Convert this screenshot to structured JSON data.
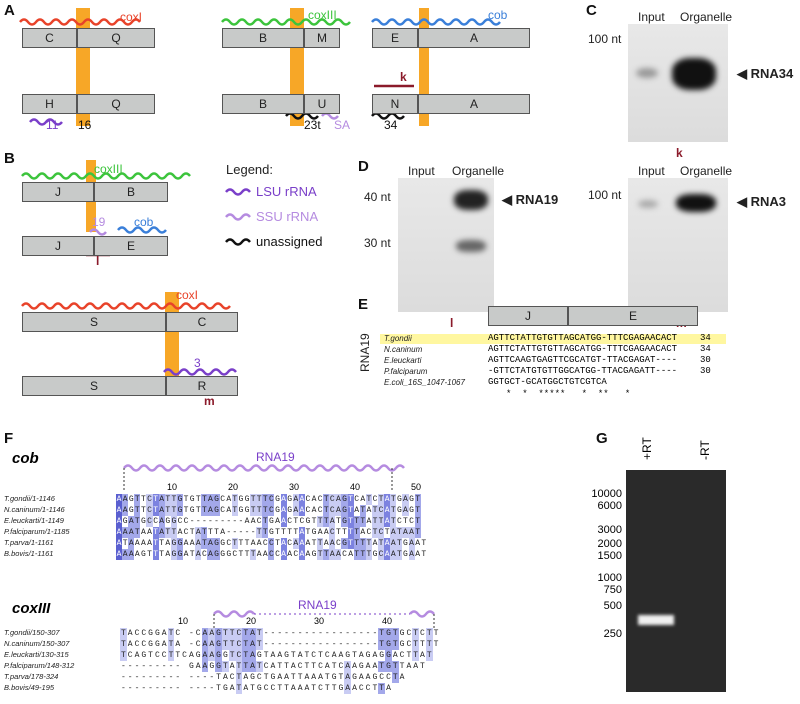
{
  "panels": {
    "A": "A",
    "B": "B",
    "C": "C",
    "D": "D",
    "E": "E",
    "F": "F",
    "G": "G"
  },
  "panelA": {
    "gene1": "coxI",
    "gene2": "coxIII",
    "gene3": "cob",
    "row1a": [
      "C",
      "Q"
    ],
    "row1b": [
      "B",
      "M"
    ],
    "row1c": [
      "E",
      "A"
    ],
    "row2a": [
      "H",
      "Q"
    ],
    "row2b": [
      "B",
      "U"
    ],
    "row2c": [
      "N",
      "A"
    ],
    "labels": {
      "r11": "11",
      "r16": "16",
      "r23t": "23t",
      "rSA": "SA",
      "r34": "34",
      "k": "k"
    }
  },
  "panelB": {
    "gene1": "coxIII",
    "gene2": "cob",
    "gene3": "coxI",
    "segs": [
      "J",
      "B",
      "J",
      "E",
      "S",
      "C",
      "S",
      "R"
    ],
    "labels": {
      "r19": "19",
      "l": "l",
      "r3": "3",
      "m": "m"
    },
    "legend": {
      "title": "Legend:",
      "lsu": "LSU rRNA",
      "ssu": "SSU rRNA",
      "un": "unassigned"
    },
    "colors": {
      "lsu": "#7a3fc9",
      "ssu": "#b58be0",
      "un": "#111111",
      "coxI": "#e8432a",
      "coxIII": "#3cc43c",
      "cob": "#3a7fd9",
      "highlight": "#f7a21b"
    }
  },
  "panelC": {
    "input": "Input",
    "organelle": "Organelle",
    "marker": "100 nt",
    "band": "RNA34",
    "probe": "k"
  },
  "panelD": {
    "left": {
      "input": "Input",
      "organelle": "Organelle",
      "m1": "40 nt",
      "m2": "30 nt",
      "band": "RNA19",
      "probe": "l"
    },
    "right": {
      "input": "Input",
      "organelle": "Organelle",
      "m1": "100 nt",
      "band": "RNA3",
      "probe": "m"
    }
  },
  "panelE": {
    "segs": [
      "J",
      "E"
    ],
    "ylabel": "RNA19",
    "rows": [
      {
        "name": "T.gondii",
        "seq": "AGTTCTATTGTGTTAGCATGG-TTTCGAGAACACT",
        "n": "34"
      },
      {
        "name": "N.caninum",
        "seq": "AGTTCTATTGTGTTAGCATGG-TTTCGAGAACACT",
        "n": "34"
      },
      {
        "name": "E.leuckarti",
        "seq": "AGTTCAAGTGAGTTCGCATGT-TTACGAGAT----",
        "n": "30"
      },
      {
        "name": "P.falciparum",
        "seq": "-GTTCTATGTGTTGGCATGG-TTACGAGATT----",
        "n": "30"
      },
      {
        "name": "E.coli_16S_1047-1067",
        "seq": "GGTGCT-GCATGGCTGTCGTCA",
        "n": ""
      }
    ],
    "stars": "*  *  *****   *  **   *"
  },
  "panelF": {
    "cob": {
      "title": "cob",
      "rna": "RNA19",
      "ticks": [
        "10",
        "20",
        "30",
        "40",
        "50"
      ],
      "rows": [
        {
          "name": "T.gondii/1-1146",
          "seq": "AAGTTCTATTGTGTTAGCATGGTTTCGAGAACACTCAGTCATCTATGAGT"
        },
        {
          "name": "N.caninum/1-1146",
          "seq": "AAGTTCTATTGTGTTAGCATGGTTTCGAGAACACTCAGTATATCATGAGT"
        },
        {
          "name": "E.leuckarti/1-1149",
          "seq": "AGATGCCAGGCC---------AACTGAACTCGTTTATGTTTATTATCTCT"
        },
        {
          "name": "P.falciparum/1-1185",
          "seq": "AAATAATATTACTATTTA-----TTGTTTTATGAACTTTTACTCTATAAT"
        },
        {
          "name": "T.parva/1-1161",
          "seq": "ATAAAATTAGGAAATAGGCTTTAACCTACAAATTAACGTTTTATAATGAAT"
        },
        {
          "name": "B.bovis/1-1161",
          "seq": "AAAAGTTTAGGATACAGGGCTTTAACCAACAAGTTAACATTTGCAATGAAT"
        }
      ]
    },
    "coxiii": {
      "title": "coxIII",
      "rna": "RNA19",
      "ticks": [
        "10",
        "20",
        "30",
        "40"
      ],
      "rows": [
        {
          "name": "T.gondii/150-307",
          "seq": "TACCGGATC--CAAGTTCTAT-----------------TGTGCTCTT"
        },
        {
          "name": "N.caninum/150-307",
          "seq": "TACCGGATA--CAAGTTCTAT-----------------TGTGCTTTT"
        },
        {
          "name": "E.leuckarti/130-315",
          "seq": "TCAGTCCTTCAGAAGGTCTAGTAAGTATCTCAAGTAGAGGACTTAT"
        },
        {
          "name": "P.falciparum/148-312",
          "seq": "----------GAAGGTATTATCATTACTTCATCAAGAATGTTAAT"
        },
        {
          "name": "T.parva/178-324",
          "seq": "--------------TACTAGCTGAATTAAATGTAGAAGCCTA"
        },
        {
          "name": "B.bovis/49-195",
          "seq": "--------------TGATATGCCTTAAATCTTGAACCTTA"
        }
      ]
    }
  },
  "panelG": {
    "plus": "+RT",
    "minus": "-RT",
    "ladder": [
      "10000",
      "6000",
      "3000",
      "2000",
      "1500",
      "1000",
      "750",
      "500",
      "250"
    ]
  }
}
